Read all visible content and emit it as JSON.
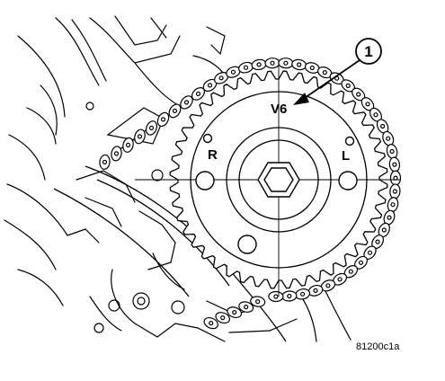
{
  "figure": {
    "callout_number": "1",
    "marks": {
      "engine": "V6",
      "right": "R",
      "left": "L"
    },
    "figure_id": "81200c1a"
  },
  "colors": {
    "line": "#000000",
    "background": "#ffffff"
  }
}
